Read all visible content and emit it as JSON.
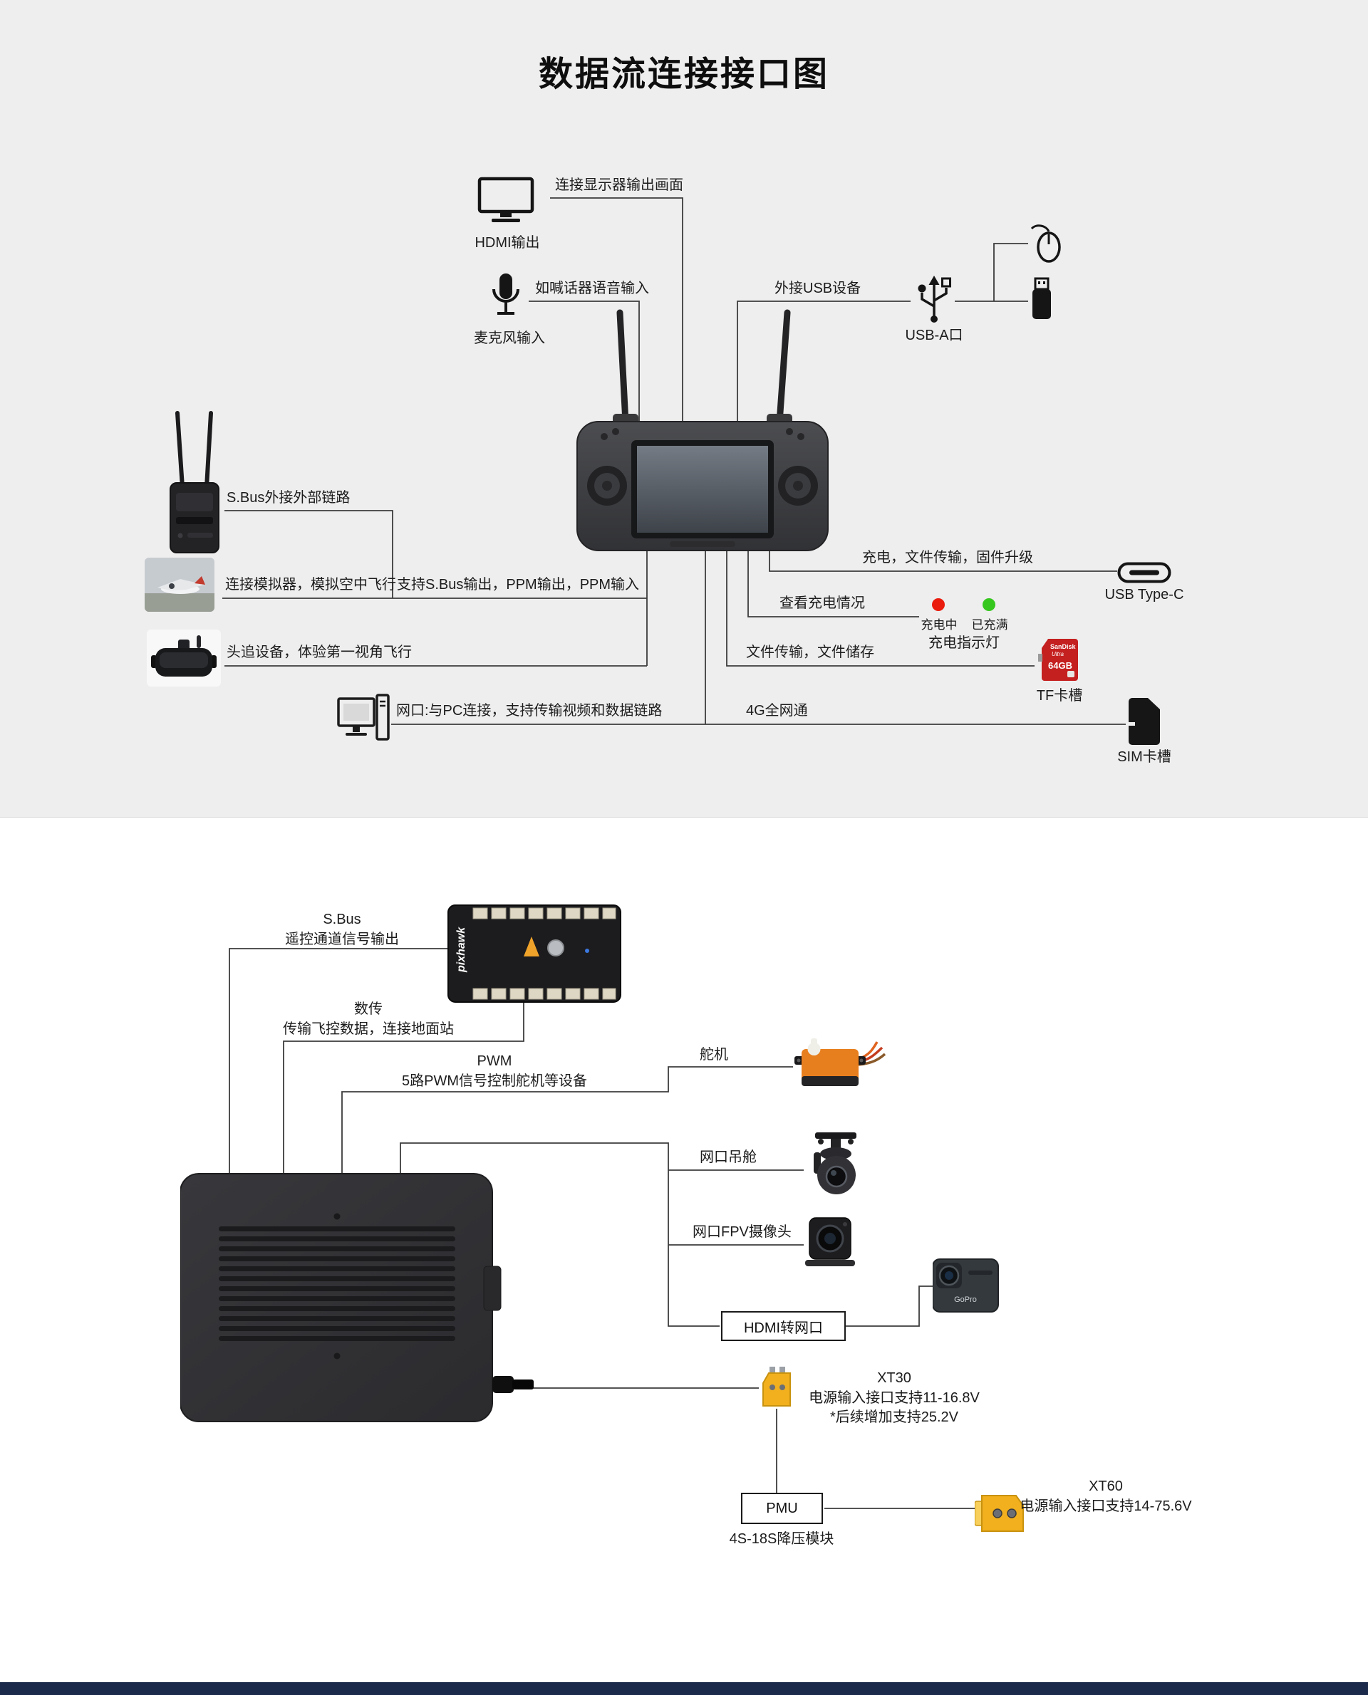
{
  "title": "数据流连接接口图",
  "colors": {
    "charging_red": "#ea1c0d",
    "charged_green": "#35c71d",
    "footer_navy": "#1b2a4a",
    "connector_yellow": "#f2b01e",
    "servo_orange": "#e87f1e",
    "tf_card_red": "#c4201f"
  },
  "top": {
    "hdmi": {
      "line_label": "连接显示器输出画面",
      "caption": "HDMI输出"
    },
    "mic": {
      "line_label": "如喊话器语音输入",
      "caption": "麦克风输入"
    },
    "usb": {
      "line_label": "外接USB设备",
      "caption": "USB-A口"
    },
    "sbus_ext": {
      "line_label": "S.Bus外接外部链路"
    },
    "simulator": {
      "line_label": "连接模拟器，模拟空中飞行"
    },
    "ppm": {
      "line_label": "支持S.Bus输出，PPM输出，PPM输入"
    },
    "head_tracker": {
      "line_label": "头追设备，体验第一视角飞行"
    },
    "pc": {
      "line_label": "网口:与PC连接，支持传输视频和数据链路"
    },
    "cellular": {
      "line_label": "4G全网通"
    },
    "usb_c": {
      "line_label": "充电，文件传输，固件升级",
      "caption": "USB Type-C"
    },
    "charge": {
      "line_label": "查看充电情况",
      "charging_label": "充电中",
      "charged_label": "已充满",
      "caption": "充电指示灯"
    },
    "tf": {
      "line_label": "文件传输，文件储存",
      "caption": "TF卡槽",
      "card_brand": "SanDisk",
      "card_series": "Ultra",
      "card_capacity": "64GB"
    },
    "sim": {
      "caption": "SIM卡槽"
    }
  },
  "bottom": {
    "pixhawk_logo": "pixhawk",
    "sbus_out": {
      "title": "S.Bus",
      "desc": "遥控通道信号输出"
    },
    "telemetry": {
      "title": "数传",
      "desc": "传输飞控数据，连接地面站"
    },
    "pwm": {
      "title": "PWM",
      "desc": "5路PWM信号控制舵机等设备"
    },
    "servo_label": "舵机",
    "gimbal_label": "网口吊舱",
    "fpv_label": "网口FPV摄像头",
    "hdmi_converter_label": "HDMI转网口",
    "gopro_logo": "GoPro",
    "xt30": {
      "title": "XT30",
      "desc1": "电源输入接口支持11-16.8V",
      "desc2": "*后续增加支持25.2V"
    },
    "pmu": {
      "title": "PMU",
      "desc": "4S-18S降压模块"
    },
    "xt60": {
      "title": "XT60",
      "desc": "电源输入接口支持14-75.6V"
    }
  }
}
